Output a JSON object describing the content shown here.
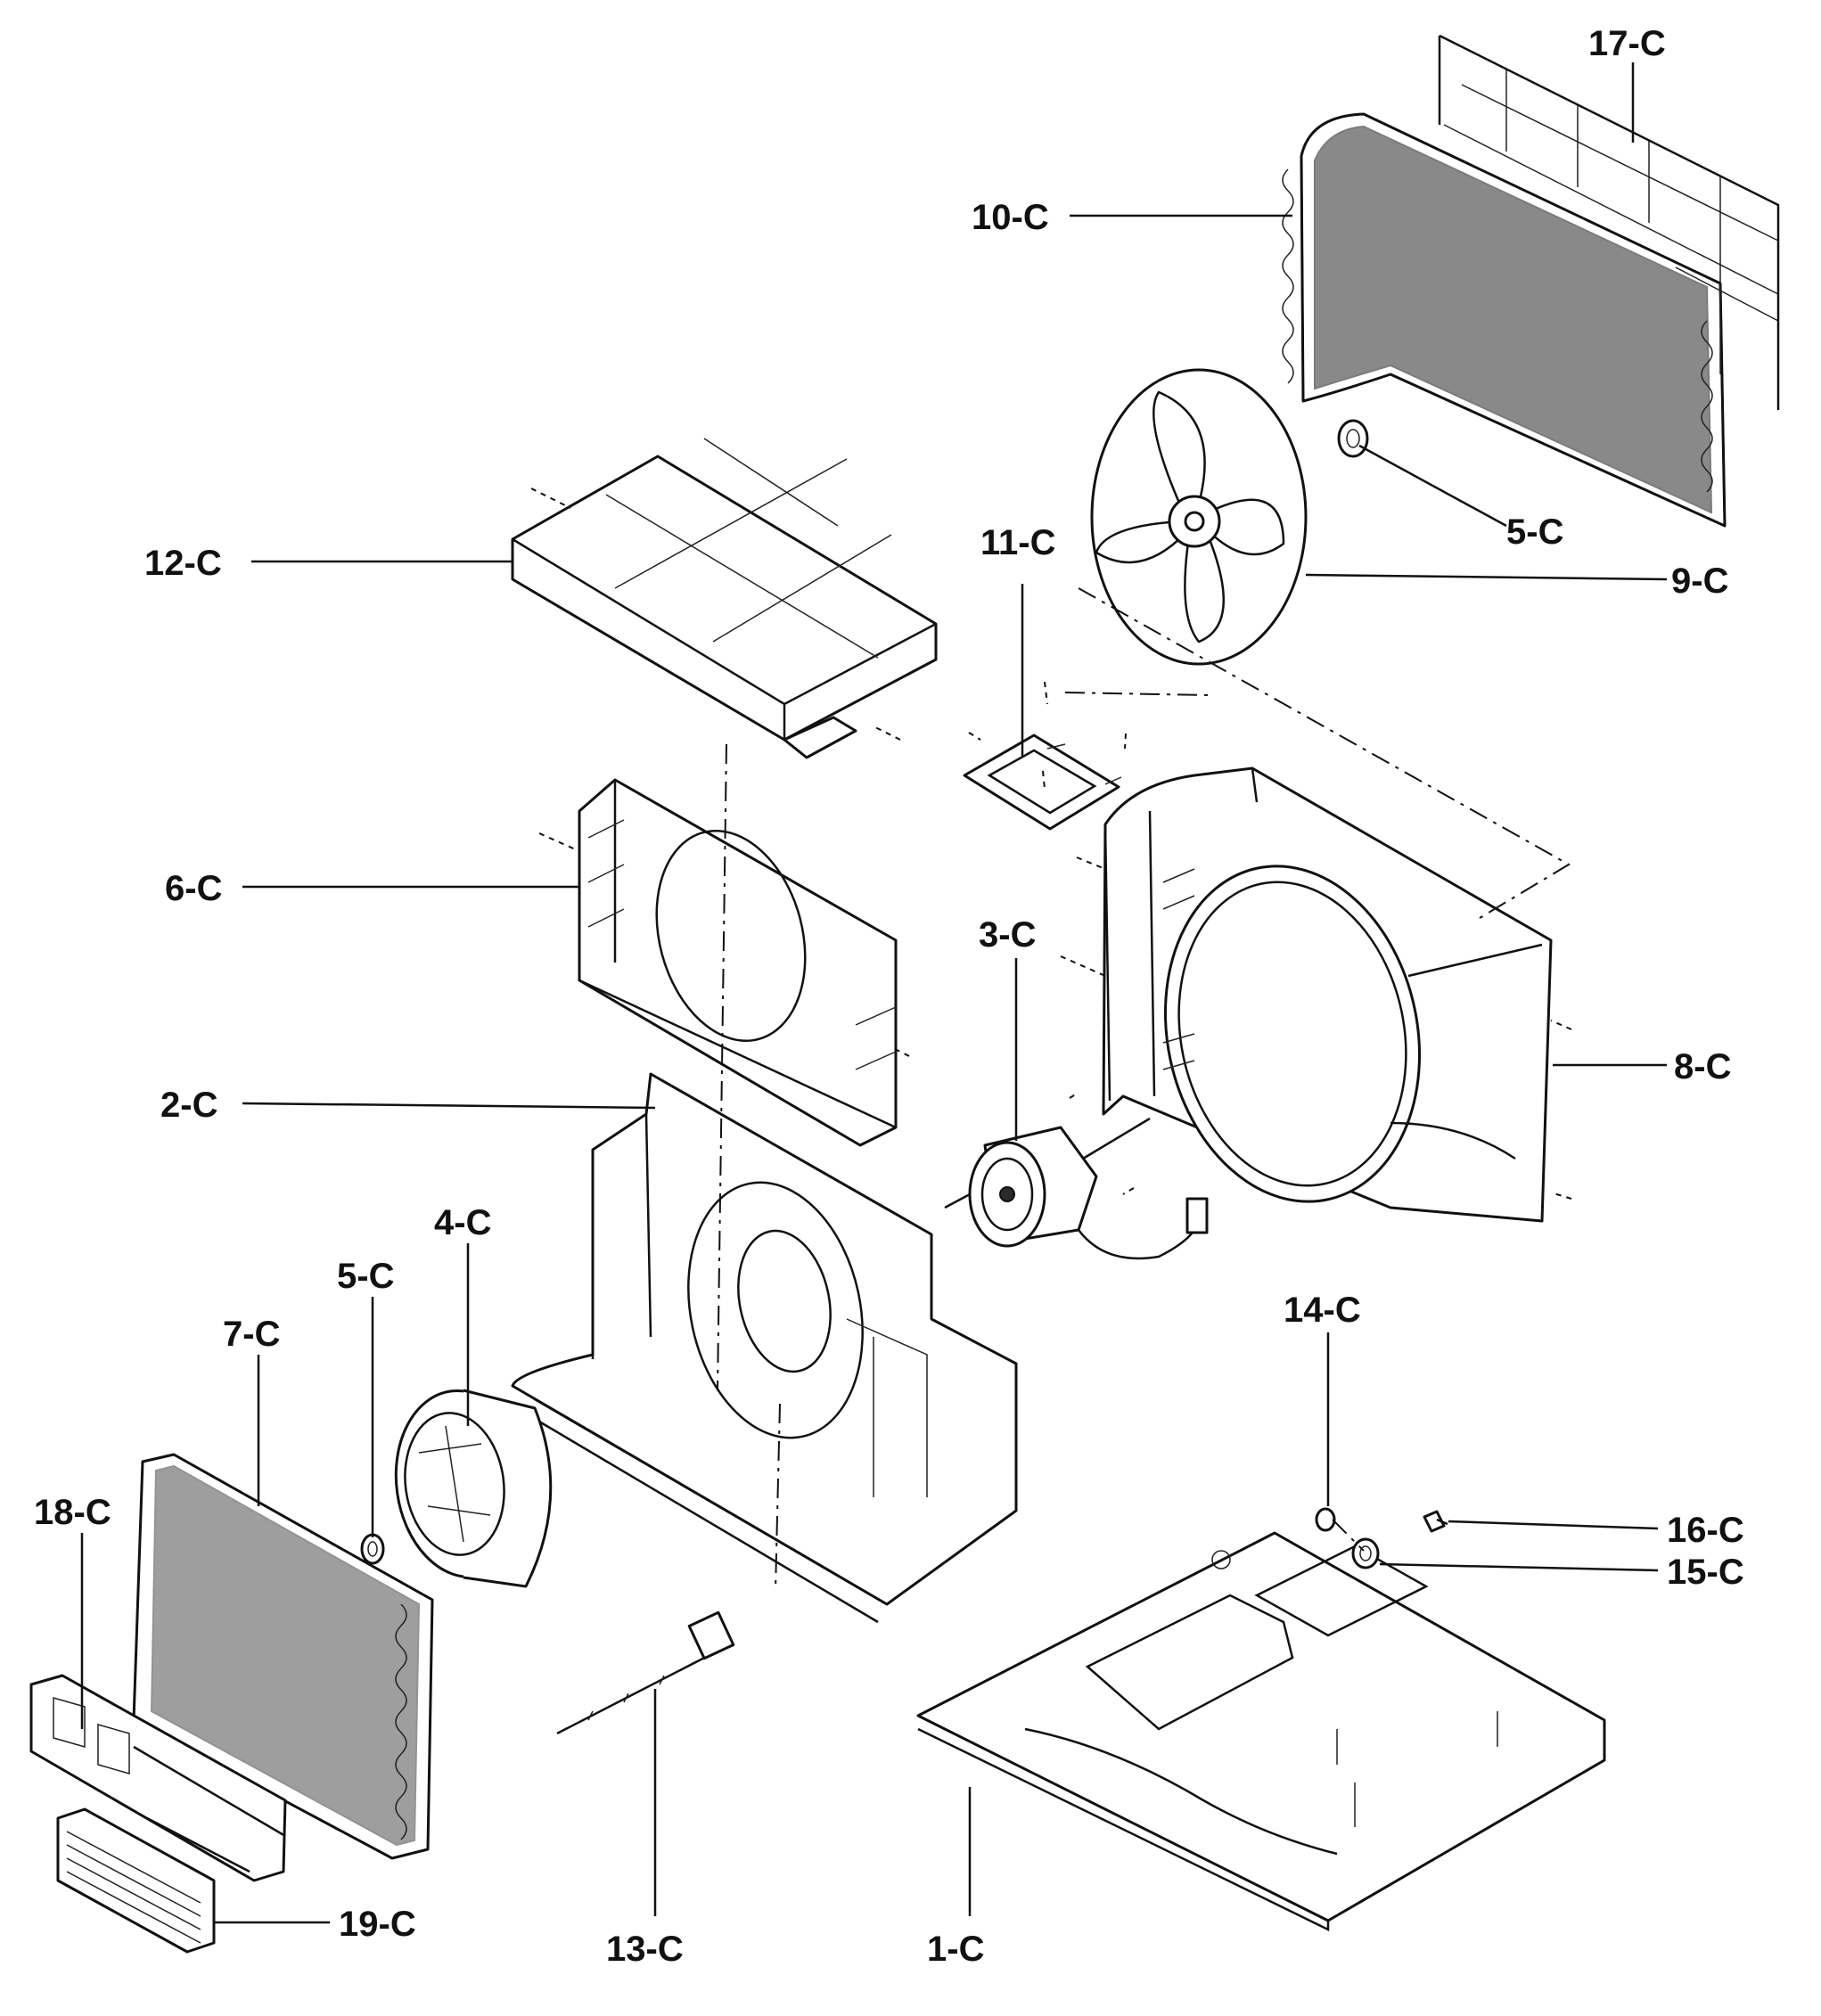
{
  "diagram": {
    "type": "exploded-parts-diagram",
    "callouts": {
      "c17": "17-C",
      "c10": "10-C",
      "c12": "12-C",
      "c11": "11-C",
      "c5_top": "5-C",
      "c9": "9-C",
      "c6": "6-C",
      "c3": "3-C",
      "c8": "8-C",
      "c2": "2-C",
      "c4": "4-C",
      "c5_left": "5-C",
      "c7": "7-C",
      "c14": "14-C",
      "c18": "18-C",
      "c16": "16-C",
      "c15": "15-C",
      "c19": "19-C",
      "c13": "13-C",
      "c1": "1-C"
    }
  }
}
